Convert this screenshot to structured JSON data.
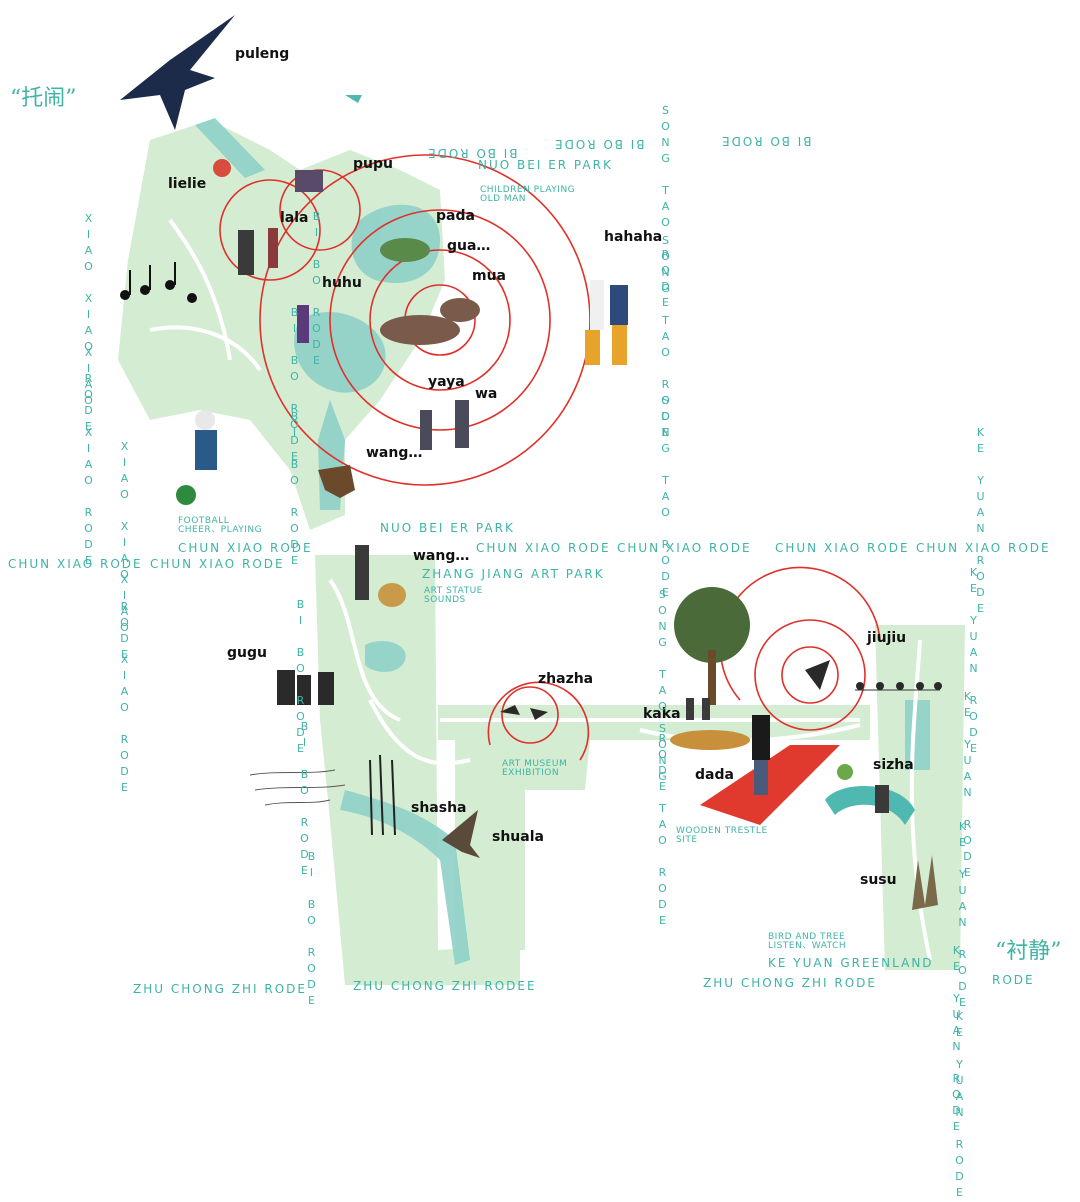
{
  "headings": {
    "left": "“托闹”",
    "right": "“衬静”"
  },
  "sounds": [
    "puleng",
    "pupu",
    "lielie",
    "lala",
    "pada",
    "gua…",
    "huhu",
    "mua",
    "hahaha",
    "yaya",
    "wa",
    "wang…",
    "wang…",
    "gugu",
    "zhazha",
    "kaka",
    "jiujiu",
    "dada",
    "sizha",
    "shasha",
    "shuala",
    "susu"
  ],
  "roads_h": [
    "BI  BO  RODE",
    "NUO  BEI  ER  PARK",
    "BI  BO  RODE",
    "BI  BO  RODE",
    "CHUN  XIAO  RODE",
    "CHUN  XIAO  RODE",
    "CHUN  XIAO  RODE",
    "CHUN  XIAO  RODE",
    "CHUN  XIAO  RODE",
    "CHUN  XIAO  RODE",
    "CHUN  XIAO  RODE",
    "NUO  BEI  ER  PARK",
    "ZHANG  JIANG  ART  PARK",
    "ZHU  CHONG   ZHI   RODE",
    "ZHU  CHONG   ZHI   RODEE",
    "ZHU  CHONG   ZHI   RODE",
    "KE  YUAN  GREENLAND",
    "RODE"
  ],
  "roads_v": [
    "SONG TAO RODE",
    "SONG TAO RODE",
    "SONG TAO RODE",
    "XIAO XIAO RODE",
    "XIAO XIAO RODE",
    "XIAO XIAO RODE",
    "XIAO XIAO RODE",
    "BI BO RODE",
    "BI BO RODE",
    "BI BO RODE",
    "BI BO RODE",
    "BI BO RODE",
    "BI BO RODE",
    "SONG TAO RODE",
    "SONG TAO RODE",
    "KE YUAN RODE",
    "KE YUAN RODE",
    "KE YUAN RODE",
    "KE YUAN RODE",
    "KE YUAN RODE",
    "KE YUAN RODE"
  ],
  "notes": {
    "children": [
      "CHILDREN  PLAYING",
      "OLD MAN"
    ],
    "football": [
      "FOOTBALL",
      "CHEER、PLAYING"
    ],
    "art_statue": [
      "ART STATUE",
      "SOUNDS"
    ],
    "art_museum": [
      "ART MUSEUM",
      "EXHIBITION"
    ],
    "wooden": [
      "WOODEN TRESTLE",
      "SITE"
    ],
    "bird_tree": [
      "BIRD AND TREE",
      "LISTEN、WATCH"
    ]
  },
  "colors": {
    "park": "#d3ecd2",
    "park_dark": "#b5ddc9",
    "water": "#8fd0c8",
    "path": "#ffffff",
    "ring": "#e0302a",
    "label": "#3fb3a6"
  }
}
